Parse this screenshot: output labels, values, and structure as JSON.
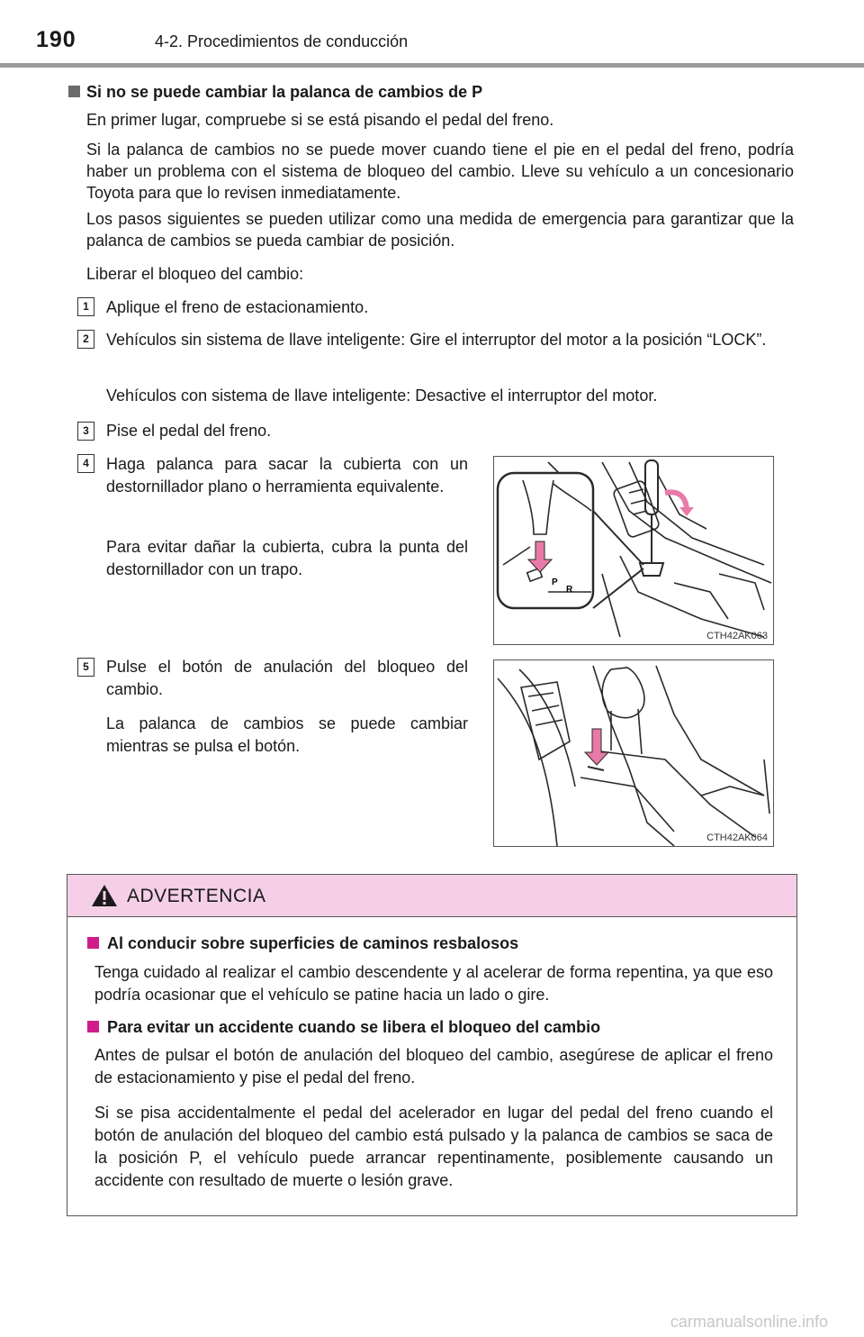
{
  "header": {
    "page_number": "190",
    "title": "4-2. Procedimientos de conducción"
  },
  "section": {
    "title": "Si no se puede cambiar la palanca de cambios de P",
    "p1": "En primer lugar, compruebe si se está pisando el pedal del freno.",
    "p2": "Si la palanca de cambios no se puede mover cuando tiene el pie en el pedal del freno, podría haber un problema con el sistema de bloqueo del cambio. Lleve su vehículo a un concesionario Toyota para que lo revisen inmediatamente.",
    "p3": "Los pasos siguientes se pueden utilizar como una medida de emergencia para garantizar que la palanca de cambios se pueda cambiar de posición.",
    "p4": "Liberar el bloqueo del cambio:"
  },
  "steps": [
    {
      "num": "1",
      "text": "Aplique el freno de estacionamiento."
    },
    {
      "num": "2",
      "text": "Vehículos sin sistema de llave inteligente: Gire el interruptor del motor a la posición “LOCK”.",
      "text2": "Vehículos con sistema de llave inteligente: Desactive el interruptor del motor."
    },
    {
      "num": "3",
      "text": "Pise el pedal del freno."
    },
    {
      "num": "4",
      "text": "Haga palanca para sacar la cubierta con un destornillador plano o herramienta equivalente.",
      "text2": "Para evitar dañar la cubierta, cubra la punta del destornillador con un trapo."
    },
    {
      "num": "5",
      "text": "Pulse el botón de anulación del bloqueo del cambio.",
      "text2": "La palanca de cambios se puede cambiar mientras se pulsa el botón."
    }
  ],
  "figures": [
    {
      "code": "CTH42AK063",
      "labels": [
        "P",
        "R"
      ]
    },
    {
      "code": "CTH42AK064"
    }
  ],
  "warning": {
    "title": "ADVERTENCIA",
    "icon": "warning-triangle-icon",
    "items": [
      {
        "title": "Al conducir sobre superficies de caminos resbalosos",
        "paragraphs": [
          "Tenga cuidado al realizar el cambio descendente y al acelerar de forma repentina, ya que eso podría ocasionar que el vehículo se patine hacia un lado o gire."
        ]
      },
      {
        "title": "Para evitar un accidente cuando se libera el bloqueo del cambio",
        "paragraphs": [
          "Antes de pulsar el botón de anulación del bloqueo del cambio, asegúrese de aplicar el freno de estacionamiento y pise el pedal del freno.",
          "Si se pisa accidentalmente el pedal del acelerador en lugar del pedal del freno cuando el botón de anulación del bloqueo del cambio está pulsado y la palanca de cambios se saca de la posición P, el vehículo puede arrancar repentinamente, posiblemente causando un accidente con resultado de muerte o lesión grave."
        ]
      }
    ]
  },
  "watermark": "carmanualsonline.info",
  "colors": {
    "warning_header": "#f5cfe8",
    "warning_bullet": "#d01d8a",
    "arrow_fill": "#e87aa8",
    "header_rule": "#9a9a9a"
  }
}
